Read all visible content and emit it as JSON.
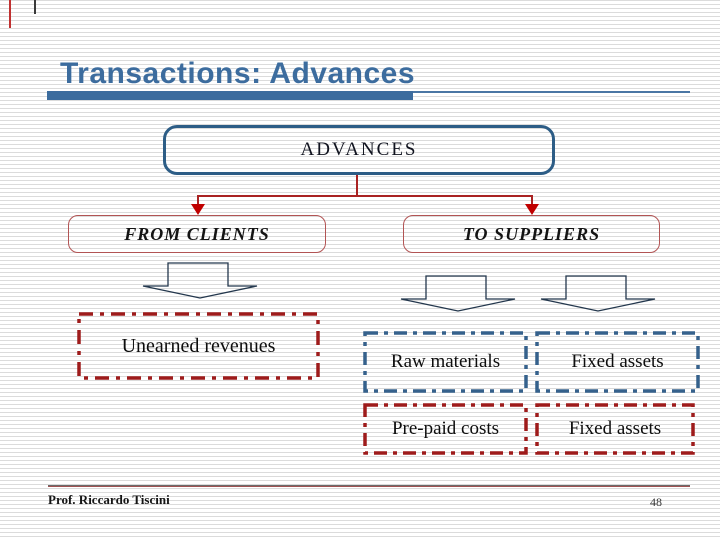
{
  "slide": {
    "title": "Transactions: Advances",
    "diagram": {
      "root_label": "ADVANCES",
      "branch_left": "FROM CLIENTS",
      "branch_right": "TO SUPPLIERS",
      "leaf_unearned": "Unearned revenues",
      "leaf_raw_materials": "Raw materials",
      "leaf_fixed_assets_top": "Fixed assets",
      "leaf_prepaid": "Pre-paid costs",
      "leaf_fixed_assets_bottom": "Fixed assets"
    },
    "footer": {
      "author": "Prof. Riccardo Tiscini",
      "page_number": "48"
    },
    "colors": {
      "accent_blue": "#3c6c9e",
      "root_border_blue": "#2d5d86",
      "connector_red": "#a92222",
      "arrowhead_red": "#c00000",
      "branch_border_red": "#b25454",
      "leaf_border_red": "#9e1b1b",
      "leaf_border_blue": "#35618c",
      "block_arrow_outline": "#23374d",
      "footer_line": "#8a4b4b",
      "stripe_gray": "#dbdbdb"
    }
  }
}
